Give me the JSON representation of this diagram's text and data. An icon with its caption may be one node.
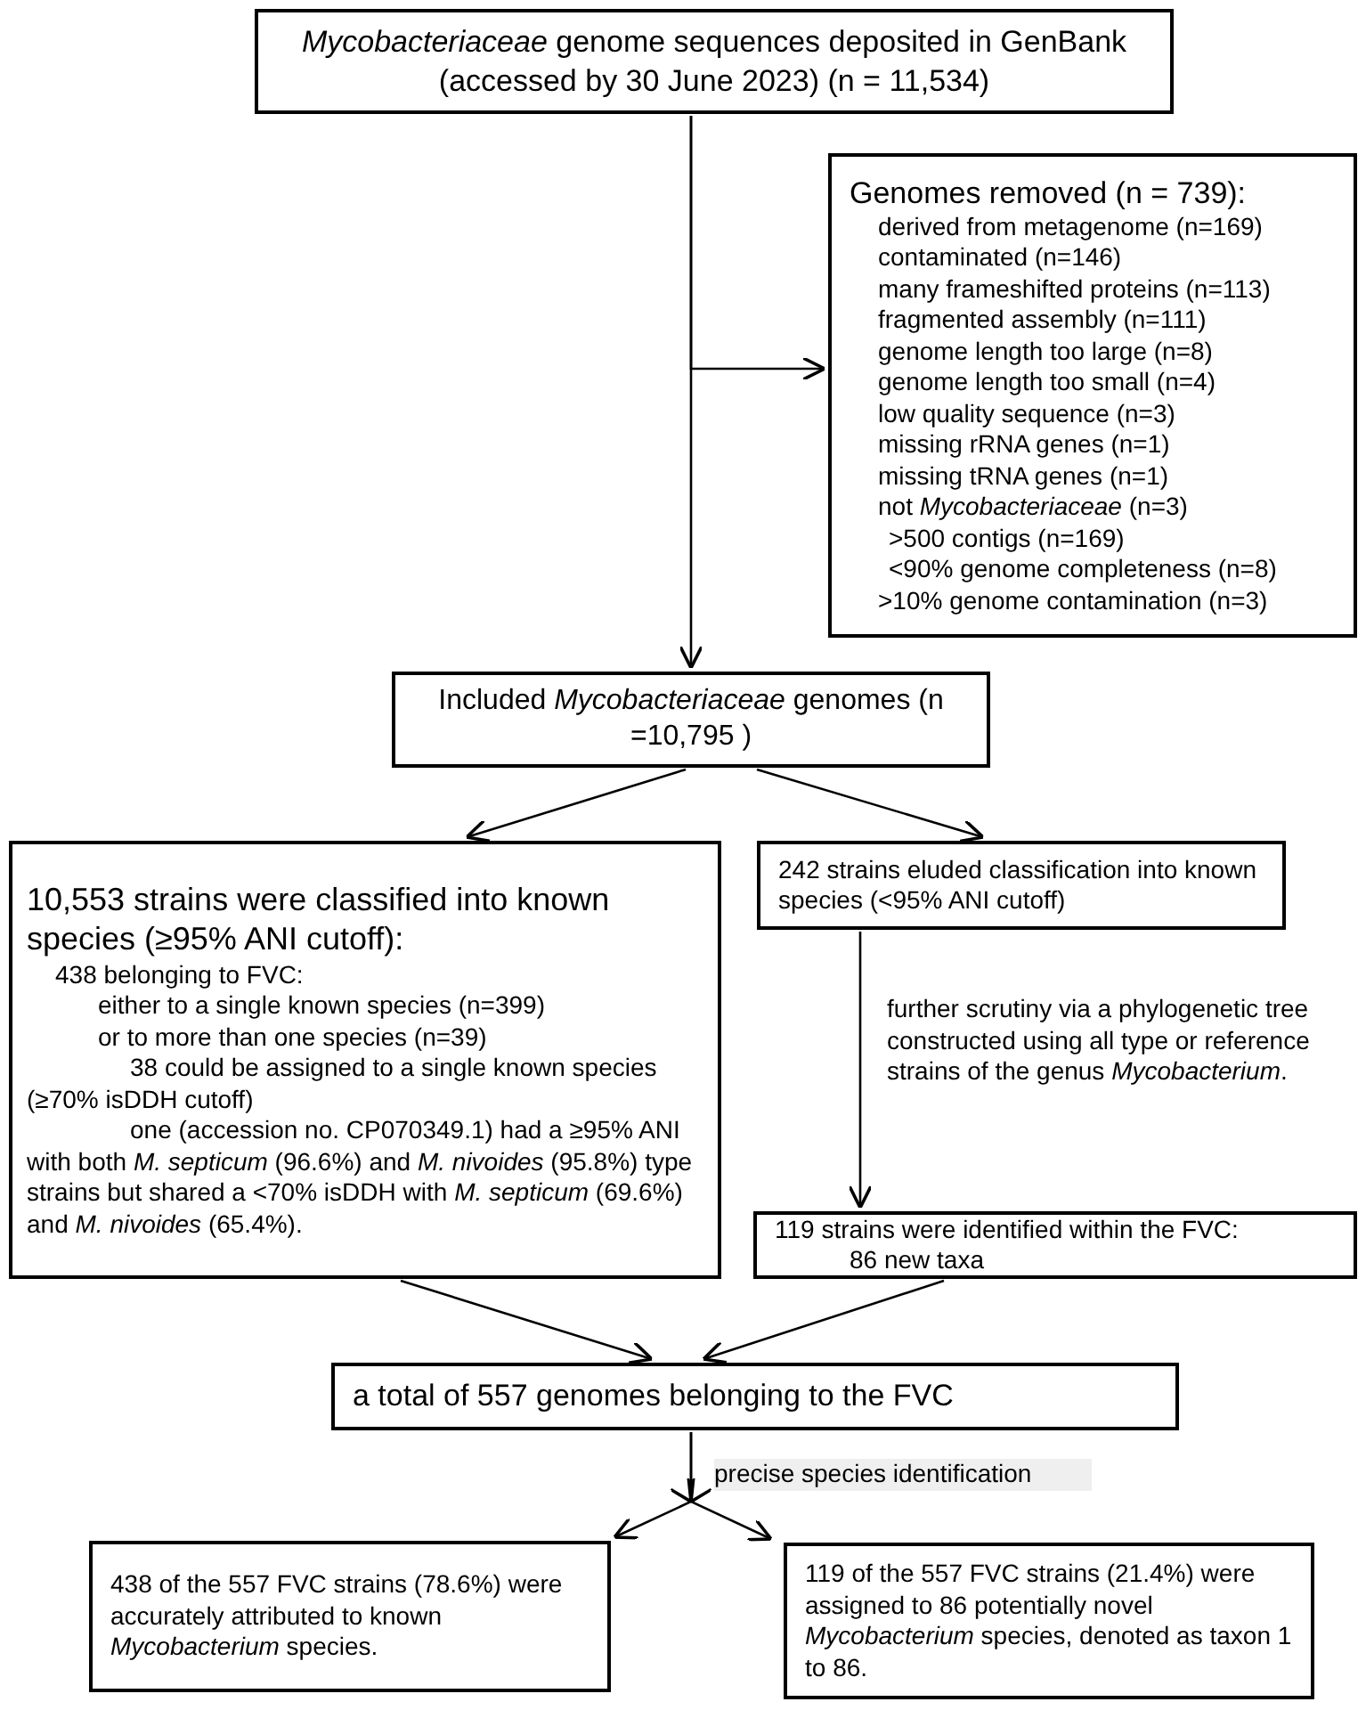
{
  "diagram": {
    "nodes": [
      {
        "text": [
          "*Mycobacteriaceae* genome sequences deposited in GenBank (accessed by 30 June 2023) (n = 11,534)"
        ]
      },
      {
        "text": [
          "Genomes removed (n = 739):",
          "derived from metagenome (n=169)",
          "contaminated (n=146)",
          "many frameshifted proteins (n=113)",
          "fragmented assembly (n=111)",
          "genome length too large (n=8)",
          "genome length too small (n=4)",
          "low quality sequence (n=3)",
          "missing rRNA genes (n=1)",
          "missing tRNA genes (n=1)",
          "not *Mycobacteriaceae* (n=3)",
          ">500 contigs (n=169)",
          "<90% genome completeness (n=8)",
          ">10% genome contamination (n=3)"
        ]
      },
      {
        "text": [
          "Included *Mycobacteriaceae* genomes (n =10,795 )"
        ]
      },
      {
        "text": [
          "10,553 strains were classified into known species (≥95% ANI cutoff):",
          "438 belonging to FVC:",
          "either to a single known species (n=399)",
          "or to more than one species (n=39)",
          "38 could be assigned to a single known species (≥70% isDDH cutoff)",
          "one (accession no. CP070349.1) had a ≥95% ANI with both *M. septicum* (96.6%) and *M. nivoides* (95.8%) type strains but shared a <70% isDDH with *M. septicum* (69.6%) and *M. nivoides* (65.4%)."
        ]
      },
      {
        "text": [
          "242 strains eluded classification into known species (<95% ANI cutoff)"
        ]
      },
      {
        "text": [
          "119 strains were identified within the FVC:",
          "86 new taxa"
        ]
      },
      {
        "text": [
          "a total of 557 genomes belonging to the FVC"
        ]
      },
      {
        "text": [
          "438 of the 557 FVC strains (78.6%) were accurately attributed to known *Mycobacterium* species."
        ]
      },
      {
        "text": [
          "119 of the 557 FVC strains (21.4%) were assigned to 86 potentially novel *Mycobacterium* species, denoted as taxon 1 to 86."
        ]
      }
    ],
    "edges": [
      {
        "from": 0,
        "to": 2,
        "arrow": "to"
      },
      {
        "from": 0,
        "to": 1,
        "arrow": "to"
      },
      {
        "from": 2,
        "to": 3,
        "arrow": "to"
      },
      {
        "from": 2,
        "to": 4,
        "arrow": "to"
      },
      {
        "from": 4,
        "to": 5,
        "arrow": "to",
        "label": "further scrutiny via a phylogenetic tree constructed using all type or reference strains of the genus *Mycobacterium*."
      },
      {
        "from": 3,
        "to": 6,
        "arrow": "to"
      },
      {
        "from": 5,
        "to": 6,
        "arrow": "to"
      },
      {
        "from": 6,
        "to": 7,
        "arrow": "to",
        "label": "precise species identification"
      },
      {
        "from": 6,
        "to": 8,
        "arrow": "to"
      }
    ]
  }
}
